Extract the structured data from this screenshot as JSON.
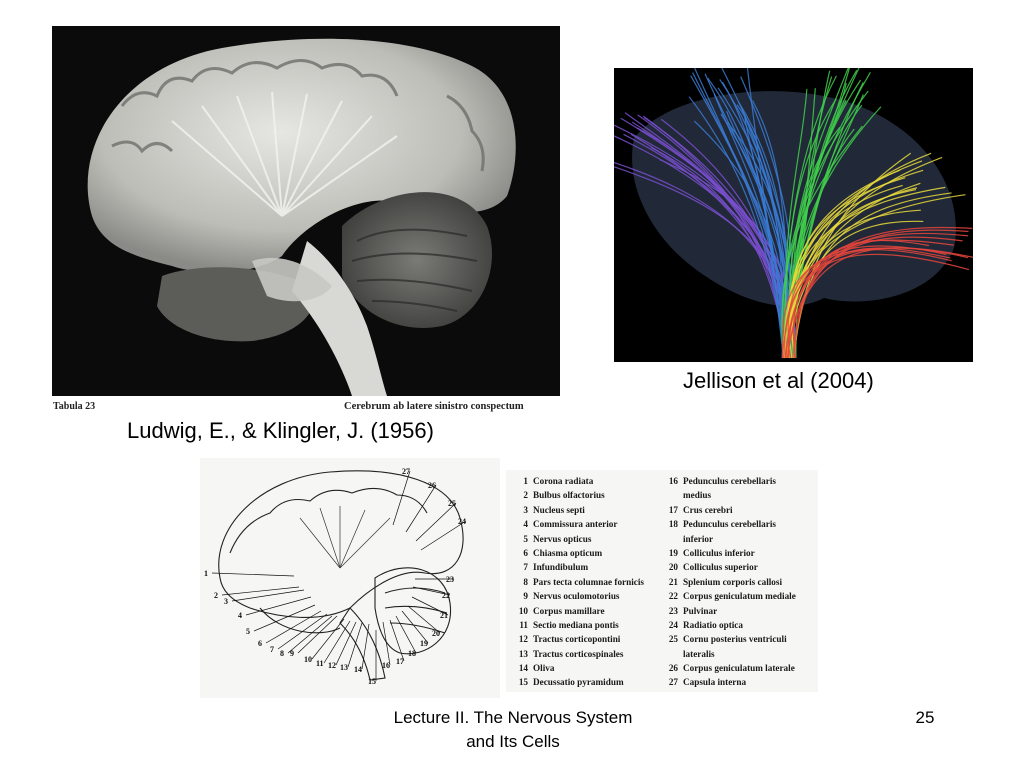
{
  "figure_left": {
    "plate_label": "Tabula 23",
    "plate_caption": "Cerebrum ab latere sinistro conspectum",
    "citation": "Ludwig, E., & Klingler, J. (1956)"
  },
  "figure_right": {
    "citation": "Jellison et al (2004)"
  },
  "diagram": {
    "leader_numbers": [
      "1",
      "2",
      "3",
      "4",
      "5",
      "6",
      "7",
      "8",
      "9",
      "10",
      "11",
      "12",
      "13",
      "14",
      "15",
      "16",
      "17",
      "18",
      "19",
      "20",
      "21",
      "22",
      "23",
      "24",
      "25",
      "26",
      "27"
    ]
  },
  "legend": {
    "col1": [
      {
        "num": "1",
        "lines": [
          "Corona radiata"
        ]
      },
      {
        "num": "2",
        "lines": [
          "Bulbus olfactorius"
        ]
      },
      {
        "num": "3",
        "lines": [
          "Nucleus septi"
        ]
      },
      {
        "num": "4",
        "lines": [
          "Commissura anterior"
        ]
      },
      {
        "num": "5",
        "lines": [
          "Nervus opticus"
        ]
      },
      {
        "num": "6",
        "lines": [
          "Chiasma opticum"
        ]
      },
      {
        "num": "7",
        "lines": [
          "Infundibulum"
        ]
      },
      {
        "num": "8",
        "lines": [
          "Pars tecta columnae fornicis"
        ]
      },
      {
        "num": "9",
        "lines": [
          "Nervus oculomotorius"
        ]
      },
      {
        "num": "10",
        "lines": [
          "Corpus mamillare"
        ]
      },
      {
        "num": "11",
        "lines": [
          "Sectio mediana pontis"
        ]
      },
      {
        "num": "12",
        "lines": [
          "Tractus corticopontini"
        ]
      },
      {
        "num": "13",
        "lines": [
          "Tractus corticospinales"
        ]
      },
      {
        "num": "14",
        "lines": [
          "Oliva"
        ]
      },
      {
        "num": "15",
        "lines": [
          "Decussatio pyramidum"
        ]
      }
    ],
    "col2": [
      {
        "num": "16",
        "lines": [
          "Pedunculus cerebellaris",
          "medius"
        ]
      },
      {
        "num": "17",
        "lines": [
          "Crus cerebri"
        ]
      },
      {
        "num": "18",
        "lines": [
          "Pedunculus cerebellaris",
          "inferior"
        ]
      },
      {
        "num": "19",
        "lines": [
          "Colliculus inferior"
        ]
      },
      {
        "num": "20",
        "lines": [
          "Colliculus superior"
        ]
      },
      {
        "num": "21",
        "lines": [
          "Splenium corporis callosi"
        ]
      },
      {
        "num": "22",
        "lines": [
          "Corpus geniculatum mediale"
        ]
      },
      {
        "num": "23",
        "lines": [
          "Pulvinar"
        ]
      },
      {
        "num": "24",
        "lines": [
          "Radiatio optica"
        ]
      },
      {
        "num": "25",
        "lines": [
          "Cornu posterius ventriculi",
          "lateralis"
        ]
      },
      {
        "num": "26",
        "lines": [
          "Corpus geniculatum laterale"
        ]
      },
      {
        "num": "27",
        "lines": [
          "Capsula interna"
        ]
      }
    ]
  },
  "footer": {
    "title_line1": "Lecture II. The Nervous System",
    "title_line2": "and Its Cells",
    "page_number": "25"
  },
  "colors": {
    "tract_blue": "#3a7bd5",
    "tract_green": "#3fcf4a",
    "tract_yellow": "#e8d93a",
    "tract_red": "#e8453c",
    "tract_purple": "#7a4fd0"
  }
}
